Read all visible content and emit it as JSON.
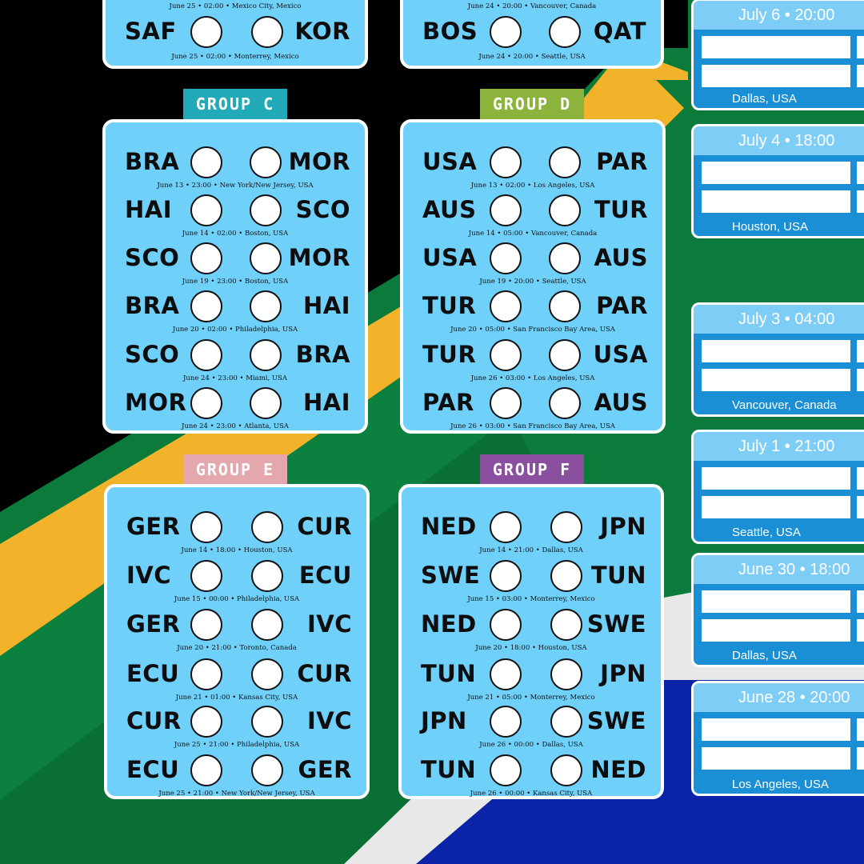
{
  "top_cards": [
    {
      "header_info": "June 25 • 02:00 • Mexico City, Mexico",
      "home": "SAF",
      "away": "KOR",
      "info": "June 25 • 02:00 • Monterrey, Mexico"
    },
    {
      "header_info": "June 24 • 20:00 • Vancouver, Canada",
      "home": "BOS",
      "away": "QAT",
      "info": "June 24 • 20:00 • Seattle, USA"
    }
  ],
  "groups": [
    {
      "label": "GROUP  C",
      "color": "#23aab8",
      "matches": [
        {
          "home": "BRA",
          "away": "MOR",
          "info": "June 13 • 23:00 • New York/New Jersey, USA"
        },
        {
          "home": "HAI",
          "away": "SCO",
          "info": "June 14 • 02:00 • Boston, USA"
        },
        {
          "home": "SCO",
          "away": "MOR",
          "info": "June 19 • 23:00 • Boston, USA"
        },
        {
          "home": "BRA",
          "away": "HAI",
          "info": "June 20 • 02:00 • Philadelphia, USA"
        },
        {
          "home": "SCO",
          "away": "BRA",
          "info": "June 24 • 23:00 • Miami, USA"
        },
        {
          "home": "MOR",
          "away": "HAI",
          "info": "June 24 • 23:00 • Atlanta, USA"
        }
      ]
    },
    {
      "label": "GROUP  D",
      "color": "#8cb33c",
      "matches": [
        {
          "home": "USA",
          "away": "PAR",
          "info": "June 13 • 02:00 • Los Angeles, USA"
        },
        {
          "home": "AUS",
          "away": "TUR",
          "info": "June 14 • 05:00 • Vancouver, Canada"
        },
        {
          "home": "USA",
          "away": "AUS",
          "info": "June 19 • 20:00 • Seattle, USA"
        },
        {
          "home": "TUR",
          "away": "PAR",
          "info": "June 20 • 05:00 • San Francisco Bay Area, USA"
        },
        {
          "home": "TUR",
          "away": "USA",
          "info": "June 26 • 03:00 • Los Angeles, USA"
        },
        {
          "home": "PAR",
          "away": "AUS",
          "info": "June 26 • 03:00 • San Francisco Bay Area, USA"
        }
      ]
    },
    {
      "label": "GROUP  E",
      "color": "#e4a7ad",
      "matches": [
        {
          "home": "GER",
          "away": "CUR",
          "info": "June 14 • 18:00 • Houston, USA"
        },
        {
          "home": "IVC",
          "away": "ECU",
          "info": "June 15 • 00:00 • Philadelphia, USA"
        },
        {
          "home": "GER",
          "away": "IVC",
          "info": "June 20 • 21:00 • Toronto, Canada"
        },
        {
          "home": "ECU",
          "away": "CUR",
          "info": "June 21 • 01:00 • Kansas City, USA"
        },
        {
          "home": "CUR",
          "away": "IVC",
          "info": "June 25 • 21:00 • Philadelphia, USA"
        },
        {
          "home": "ECU",
          "away": "GER",
          "info": "June 25 • 21:00 • New York/New Jersey, USA"
        }
      ]
    },
    {
      "label": "GROUP  F",
      "color": "#8a4f9e",
      "matches": [
        {
          "home": "NED",
          "away": "JPN",
          "info": "June 14 • 21:00 • Dallas, USA"
        },
        {
          "home": "SWE",
          "away": "TUN",
          "info": "June 15 • 03:00 • Monterrey, Mexico"
        },
        {
          "home": "NED",
          "away": "SWE",
          "info": "June 20 • 18:00 • Houston, USA"
        },
        {
          "home": "TUN",
          "away": "JPN",
          "info": "June 21 • 05:00 • Monterrey, Mexico"
        },
        {
          "home": "JPN",
          "away": "SWE",
          "info": "June 26 • 00:00 • Dallas, USA"
        },
        {
          "home": "TUN",
          "away": "NED",
          "info": "June 26 • 00:00 • Kansas City, USA"
        }
      ]
    }
  ],
  "knockout": [
    {
      "date": "July 6 • 20:00",
      "venue": "Dallas, USA"
    },
    {
      "date": "July 4 • 18:00",
      "venue": "Houston, USA"
    },
    {
      "date": "July 3 • 04:00",
      "venue": "Vancouver, Canada"
    },
    {
      "date": "July 1 • 21:00",
      "venue": "Seattle, USA"
    },
    {
      "date": "June 30 • 18:00",
      "venue": "Dallas, USA"
    },
    {
      "date": "June 28 • 20:00",
      "venue": "Los Angeles, USA"
    }
  ],
  "colors": {
    "card_fill": "#6fd0fa",
    "knockout_header": "#7ecdf7",
    "knockout_body": "#1a8fd6",
    "flag_green": "#0b7a3b",
    "flag_gold": "#f2b32a",
    "flag_blue": "#0a23a8",
    "flag_black": "#000000"
  }
}
